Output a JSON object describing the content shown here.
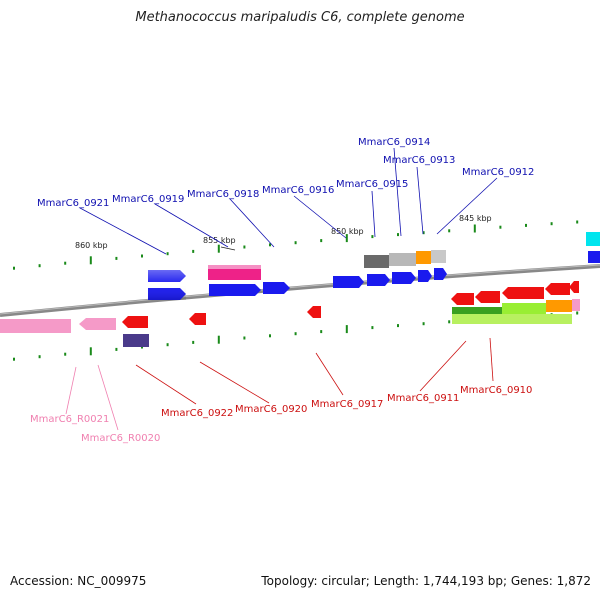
{
  "title": "Methanococcus maripaludis C6, complete genome",
  "footer": {
    "accession": "Accession: NC_009975",
    "topology": "Topology: circular; Length: 1,744,193 bp; Genes: 1,872"
  },
  "scale_labels": [
    "860 kbp",
    "855 kbp",
    "850 kbp",
    "845 kbp"
  ],
  "colors": {
    "forward_gene_label": "#1010b0",
    "reverse_gene_label": "#cc1010",
    "rna_label": "#f080b0",
    "backbone": "#888888",
    "tick": "#1a8a1a"
  },
  "forward_labels": [
    "MmarC6_0921",
    "MmarC6_0919",
    "MmarC6_0918",
    "MmarC6_0916",
    "MmarC6_0915",
    "MmarC6_0914",
    "MmarC6_0913",
    "MmarC6_0912"
  ],
  "reverse_labels": [
    "MmarC6_0922",
    "MmarC6_0920",
    "MmarC6_0917",
    "MmarC6_0911",
    "MmarC6_0910"
  ],
  "rna_labels": [
    "MmarC6_R0021",
    "MmarC6_R0020"
  ]
}
